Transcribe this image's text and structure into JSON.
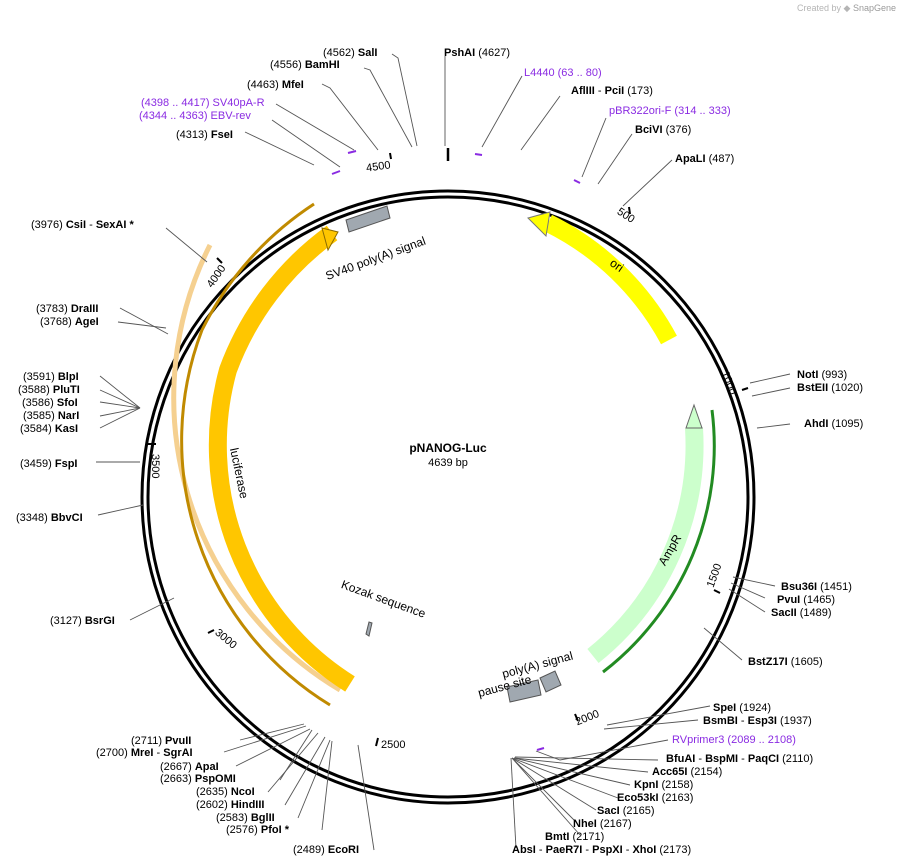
{
  "credit": {
    "prefix": "Created by",
    "brand": "SnapGene"
  },
  "plasmid": {
    "name": "pNANOG-Luc",
    "length_label": "4639 bp"
  },
  "ticks": [
    "500",
    "1000",
    "1500",
    "2000",
    "2500",
    "3000",
    "3500",
    "4000",
    "4500"
  ],
  "colors": {
    "luciferase": "#ffc600",
    "ori": "#ffff00",
    "ampr": "#ccffcc",
    "signal": "#a0a8b0",
    "primer": "#8a2be2",
    "dark_green": "#228b22"
  },
  "features": [
    {
      "id": "luciferase",
      "label": "luciferase"
    },
    {
      "id": "ori",
      "label": "ori"
    },
    {
      "id": "ampr",
      "label": "AmpR"
    },
    {
      "id": "sv40",
      "label": "SV40 poly(A) signal"
    },
    {
      "id": "kozak",
      "label": "Kozak sequence"
    },
    {
      "id": "polya",
      "label": "poly(A) signal"
    },
    {
      "id": "pause",
      "label": "pause site"
    }
  ],
  "labels": [
    {
      "id": "sali",
      "parts": [
        [
          "",
          "(4562) "
        ],
        [
          "enz",
          "SalI"
        ]
      ]
    },
    {
      "id": "pshai",
      "parts": [
        [
          "enz",
          "PshAI"
        ],
        [
          "",
          "   (4627)"
        ]
      ]
    },
    {
      "id": "bamhi",
      "parts": [
        [
          "",
          "(4556) "
        ],
        [
          "enz",
          "BamHI"
        ]
      ]
    },
    {
      "id": "l4440",
      "parts": [
        [
          "prim",
          "L4440    (63 .. 80)"
        ]
      ]
    },
    {
      "id": "mfei",
      "parts": [
        [
          "",
          "(4463) "
        ],
        [
          "enz",
          "MfeI"
        ]
      ]
    },
    {
      "id": "afliii",
      "parts": [
        [
          "enz",
          "AflIII"
        ],
        [
          "",
          "  - "
        ],
        [
          "enz",
          "PciI"
        ],
        [
          "",
          "   (173)"
        ]
      ]
    },
    {
      "id": "sv40pa",
      "parts": [
        [
          "prim",
          "(4398 .. 4417)  SV40pA-R"
        ]
      ]
    },
    {
      "id": "ebv",
      "parts": [
        [
          "prim",
          "(4344 .. 4363)  EBV-rev"
        ]
      ]
    },
    {
      "id": "pbr",
      "parts": [
        [
          "prim",
          "pBR322ori-F    (314 .. 333)"
        ]
      ]
    },
    {
      "id": "fsei",
      "parts": [
        [
          "",
          "(4313) "
        ],
        [
          "enz",
          "FseI"
        ]
      ]
    },
    {
      "id": "bcivi",
      "parts": [
        [
          "enz",
          "BciVI"
        ],
        [
          "",
          "   (376)"
        ]
      ]
    },
    {
      "id": "apali",
      "parts": [
        [
          "enz",
          "ApaLI"
        ],
        [
          "",
          "   (487)"
        ]
      ]
    },
    {
      "id": "csii",
      "parts": [
        [
          "",
          "(3976) "
        ],
        [
          "enz",
          "CsiI"
        ],
        [
          "",
          "  - "
        ],
        [
          "enz",
          "SexAI *"
        ]
      ]
    },
    {
      "id": "draiii",
      "parts": [
        [
          "",
          "(3783) "
        ],
        [
          "enz",
          "DraIII"
        ]
      ]
    },
    {
      "id": "agei",
      "parts": [
        [
          "",
          "(3768) "
        ],
        [
          "enz",
          "AgeI"
        ]
      ]
    },
    {
      "id": "noti",
      "parts": [
        [
          "enz",
          "NotI"
        ],
        [
          "",
          "   (993)"
        ]
      ]
    },
    {
      "id": "bsteii",
      "parts": [
        [
          "enz",
          "BstEII"
        ],
        [
          "",
          "   (1020)"
        ]
      ]
    },
    {
      "id": "blpi",
      "parts": [
        [
          "",
          "(3591) "
        ],
        [
          "enz",
          "BlpI"
        ]
      ]
    },
    {
      "id": "pluti",
      "parts": [
        [
          "",
          "(3588) "
        ],
        [
          "enz",
          "PluTI"
        ]
      ]
    },
    {
      "id": "sfoi",
      "parts": [
        [
          "",
          "(3586) "
        ],
        [
          "enz",
          "SfoI"
        ]
      ]
    },
    {
      "id": "ahdi",
      "parts": [
        [
          "enz",
          "AhdI"
        ],
        [
          "",
          "   (1095)"
        ]
      ]
    },
    {
      "id": "nari",
      "parts": [
        [
          "",
          "(3585) "
        ],
        [
          "enz",
          "NarI"
        ]
      ]
    },
    {
      "id": "kasi",
      "parts": [
        [
          "",
          "(3584) "
        ],
        [
          "enz",
          "KasI"
        ]
      ]
    },
    {
      "id": "fspi",
      "parts": [
        [
          "",
          "(3459) "
        ],
        [
          "enz",
          "FspI"
        ]
      ]
    },
    {
      "id": "bbvci",
      "parts": [
        [
          "",
          "(3348) "
        ],
        [
          "enz",
          "BbvCI"
        ]
      ]
    },
    {
      "id": "bsu36i",
      "parts": [
        [
          "enz",
          "Bsu36I"
        ],
        [
          "",
          "   (1451)"
        ]
      ]
    },
    {
      "id": "pvui",
      "parts": [
        [
          "enz",
          "PvuI"
        ],
        [
          "",
          "   (1465)"
        ]
      ]
    },
    {
      "id": "sacii",
      "parts": [
        [
          "enz",
          "SacII"
        ],
        [
          "",
          "   (1489)"
        ]
      ]
    },
    {
      "id": "bsrgi",
      "parts": [
        [
          "",
          "(3127) "
        ],
        [
          "enz",
          "BsrGI"
        ]
      ]
    },
    {
      "id": "bstz17i",
      "parts": [
        [
          "enz",
          "BstZ17I"
        ],
        [
          "",
          "   (1605)"
        ]
      ]
    },
    {
      "id": "spei",
      "parts": [
        [
          "enz",
          "SpeI"
        ],
        [
          "",
          "   (1924)"
        ]
      ]
    },
    {
      "id": "bsmbi",
      "parts": [
        [
          "enz",
          "BsmBI"
        ],
        [
          "",
          "  - "
        ],
        [
          "enz",
          "Esp3I"
        ],
        [
          "",
          "   (1937)"
        ]
      ]
    },
    {
      "id": "pvuii",
      "parts": [
        [
          "",
          "(2711) "
        ],
        [
          "enz",
          "PvuII"
        ]
      ]
    },
    {
      "id": "mrei",
      "parts": [
        [
          "",
          "(2700) "
        ],
        [
          "enz",
          "MreI"
        ],
        [
          "",
          "  - "
        ],
        [
          "enz",
          "SgrAI"
        ]
      ]
    },
    {
      "id": "rvprimer",
      "parts": [
        [
          "prim",
          "RVprimer3    (2089 .. 2108)"
        ]
      ]
    },
    {
      "id": "apai",
      "parts": [
        [
          "",
          "(2667) "
        ],
        [
          "enz",
          "ApaI"
        ]
      ]
    },
    {
      "id": "bfuai",
      "parts": [
        [
          "enz",
          "BfuAI"
        ],
        [
          "",
          "  - "
        ],
        [
          "enz",
          "BspMI"
        ],
        [
          "",
          "  - "
        ],
        [
          "enz",
          "PaqCI"
        ],
        [
          "",
          "   (2110)"
        ]
      ]
    },
    {
      "id": "pspomi",
      "parts": [
        [
          "",
          "(2663) "
        ],
        [
          "enz",
          "PspOMI"
        ]
      ]
    },
    {
      "id": "acc65i",
      "parts": [
        [
          "enz",
          "Acc65I"
        ],
        [
          "",
          "   (2154)"
        ]
      ]
    },
    {
      "id": "ncoi",
      "parts": [
        [
          "",
          "(2635) "
        ],
        [
          "enz",
          "NcoI"
        ]
      ]
    },
    {
      "id": "kpni",
      "parts": [
        [
          "enz",
          "KpnI"
        ],
        [
          "",
          "   (2158)"
        ]
      ]
    },
    {
      "id": "eco53ki",
      "parts": [
        [
          "enz",
          "Eco53kI"
        ],
        [
          "",
          "   (2163)"
        ]
      ]
    },
    {
      "id": "hindiii",
      "parts": [
        [
          "",
          "(2602) "
        ],
        [
          "enz",
          "HindIII"
        ]
      ]
    },
    {
      "id": "saci",
      "parts": [
        [
          "enz",
          "SacI"
        ],
        [
          "",
          "   (2165)"
        ]
      ]
    },
    {
      "id": "bglii",
      "parts": [
        [
          "",
          "(2583) "
        ],
        [
          "enz",
          "BglII"
        ]
      ]
    },
    {
      "id": "nhei",
      "parts": [
        [
          "enz",
          "NheI"
        ],
        [
          "",
          "   (2167)"
        ]
      ]
    },
    {
      "id": "pfoi",
      "parts": [
        [
          "",
          "(2576) "
        ],
        [
          "enz",
          "PfoI *"
        ]
      ]
    },
    {
      "id": "bmti",
      "parts": [
        [
          "enz",
          "BmtI"
        ],
        [
          "",
          "   (2171)"
        ]
      ]
    },
    {
      "id": "ecori",
      "parts": [
        [
          "",
          "(2489) "
        ],
        [
          "enz",
          "EcoRI"
        ]
      ]
    },
    {
      "id": "absi",
      "parts": [
        [
          "enz",
          "AbsI"
        ],
        [
          "",
          "  - "
        ],
        [
          "enz",
          "PaeR7I"
        ],
        [
          "",
          "  - "
        ],
        [
          "enz",
          "PspXI"
        ],
        [
          "",
          "  - "
        ],
        [
          "enz",
          "XhoI"
        ],
        [
          "",
          "   (2173)"
        ]
      ]
    }
  ]
}
